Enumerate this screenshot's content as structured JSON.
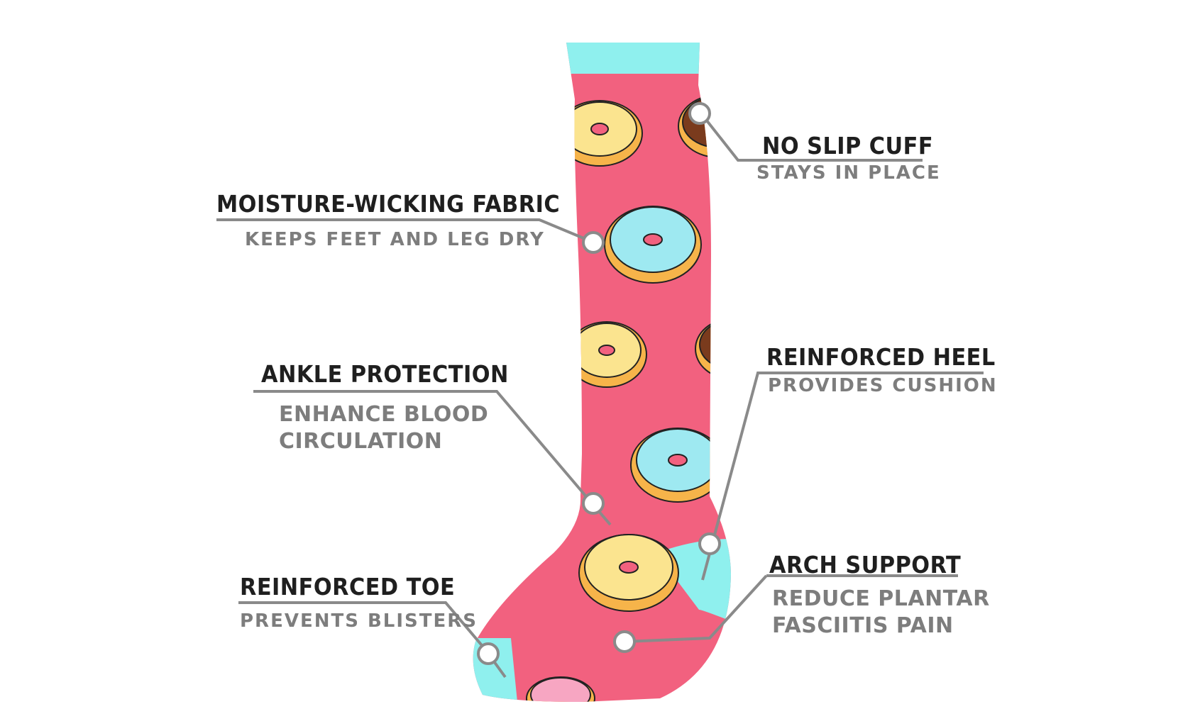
{
  "features": {
    "moisture": {
      "title": "MOISTURE-WICKING FABRIC",
      "subtitle": "KEEPS FEET AND LEG DRY"
    },
    "ankle": {
      "title": "ANKLE PROTECTION",
      "subtitle_line1": "ENHANCE BLOOD",
      "subtitle_line2": "CIRCULATION"
    },
    "toe": {
      "title": "REINFORCED TOE",
      "subtitle": "PREVENTS BLISTERS"
    },
    "cuff": {
      "title": "NO SLIP CUFF",
      "subtitle": "STAYS IN PLACE"
    },
    "heel": {
      "title": "REINFORCED HEEL",
      "subtitle": "PROVIDES CUSHION"
    },
    "arch": {
      "title": "ARCH SUPPORT",
      "subtitle_line1": "REDUCE PLANTAR",
      "subtitle_line2": "FASCIITIS PAIN"
    }
  },
  "colors": {
    "sock_pink": "#f2617f",
    "accent_cyan": "#8ff0ee",
    "callout_gray": "#8a8a8a",
    "title_text": "#1f1f1f",
    "subtitle_text": "#7d7d7d"
  }
}
